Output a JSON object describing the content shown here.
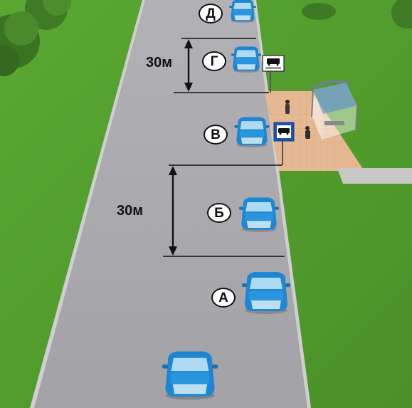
{
  "positions": [
    {
      "id": "a",
      "label": "А"
    },
    {
      "id": "b",
      "label": "Б"
    },
    {
      "id": "v",
      "label": "В"
    },
    {
      "id": "g",
      "label": "Г"
    },
    {
      "id": "d",
      "label": "Д"
    }
  ],
  "distances": [
    {
      "id": "upper",
      "text": "30м"
    },
    {
      "id": "lower",
      "text": "30м"
    }
  ],
  "colors": {
    "grass": "#4f9a2c",
    "road": "#a7a6ab",
    "car": "#1f86d1",
    "platform": "#e3b48e",
    "sign": "#1a56b8"
  },
  "icons": [
    "bus-stop-sign-icon",
    "bus-stop-shelter-icon",
    "bus-icon"
  ]
}
